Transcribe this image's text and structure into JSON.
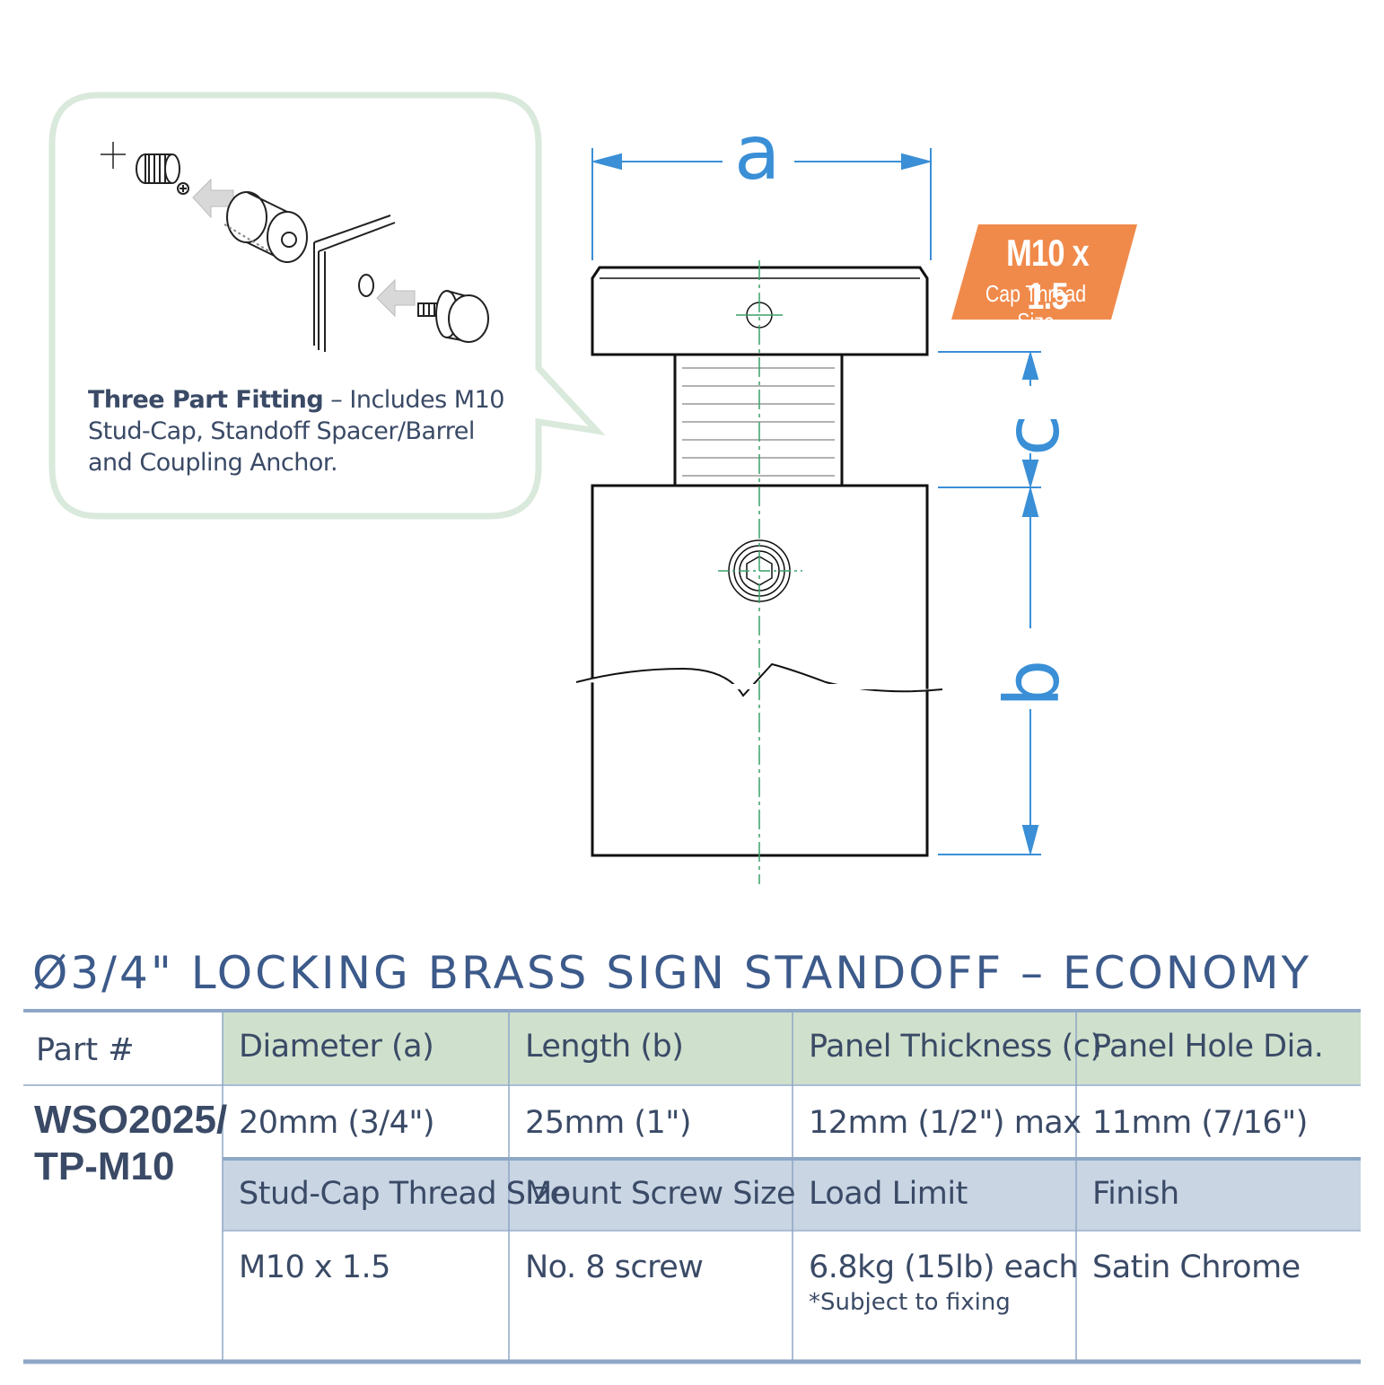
{
  "callout": {
    "title": "Three Part Fitting",
    "dash": " –  ",
    "body": "Includes M10 Stud-Cap, Standoff Spacer/Barrel and Coupling Anchor."
  },
  "badge": {
    "line1": "M10 x 1.5",
    "line2": "Cap Thread Size",
    "color": "#f08a4b"
  },
  "dimensions": {
    "a": "a",
    "b": "b",
    "c": "c",
    "color": "#3a8fd6"
  },
  "title": "Ø3/4\" LOCKING BRASS SIGN STANDOFF – ECONOMY",
  "table": {
    "part_header": "Part #",
    "part_number_line1": "WSO2025/",
    "part_number_line2": "TP-M10",
    "row1_headers": [
      "Diameter (a)",
      "Length (b)",
      "Panel Thickness (c)",
      "Panel Hole Dia."
    ],
    "row1_values": [
      "20mm (3/4\")",
      "25mm (1\")",
      "12mm (1/2\") max",
      "11mm (7/16\")"
    ],
    "row2_headers": [
      "Stud-Cap Thread Size",
      "Mount Screw Size",
      "Load Limit",
      "Finish"
    ],
    "row2_values": [
      "M10 x 1.5",
      "No. 8 screw",
      "6.8kg (15lb) each",
      "Satin Chrome"
    ],
    "load_note": "*Subject to fixing",
    "header_green": "#cfe0cd",
    "header_blue": "#c9d5e3",
    "rule_color": "#8fa7c6"
  }
}
